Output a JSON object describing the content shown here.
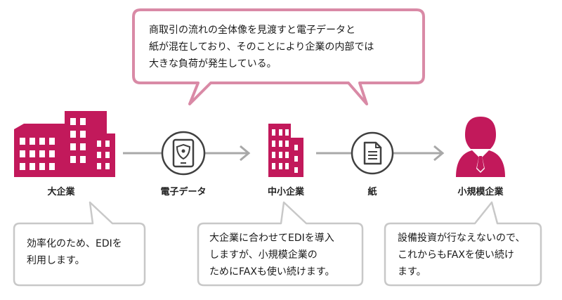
{
  "top_note": {
    "lines": [
      "商取引の流れの全体像を見渡すと電子データと",
      "紙が混在しており、そのことにより企業の内部では",
      "大きな負荷が発生している。"
    ]
  },
  "flow": {
    "nodes": [
      {
        "label": "大企業"
      },
      {
        "label": "電子データ"
      },
      {
        "label": "中小企業"
      },
      {
        "label": "紙"
      },
      {
        "label": "小規模企業"
      }
    ]
  },
  "callouts": [
    {
      "lines": [
        "効率化のため、EDIを",
        "利用します。"
      ]
    },
    {
      "lines": [
        "大企業に合わせてEDIを導入",
        "しますが、小規模企業の",
        "ためにFAXも使い続けます。"
      ]
    },
    {
      "lines": [
        "設備投資が行なえないので、",
        "これからもFAXを使い続け",
        "ます。"
      ]
    }
  ],
  "colors": {
    "accent": "#c2195b",
    "note_border": "#d98aa6",
    "arrow": "#a8a8a8",
    "callout_border": "#c8c8c8",
    "icon_dark": "#404040"
  },
  "icons": {
    "large_company": "office-buildings-icon",
    "digital": "tablet-shield-icon",
    "mid_company": "tower-building-icon",
    "paper": "document-icon",
    "small_business": "businessman-icon"
  }
}
